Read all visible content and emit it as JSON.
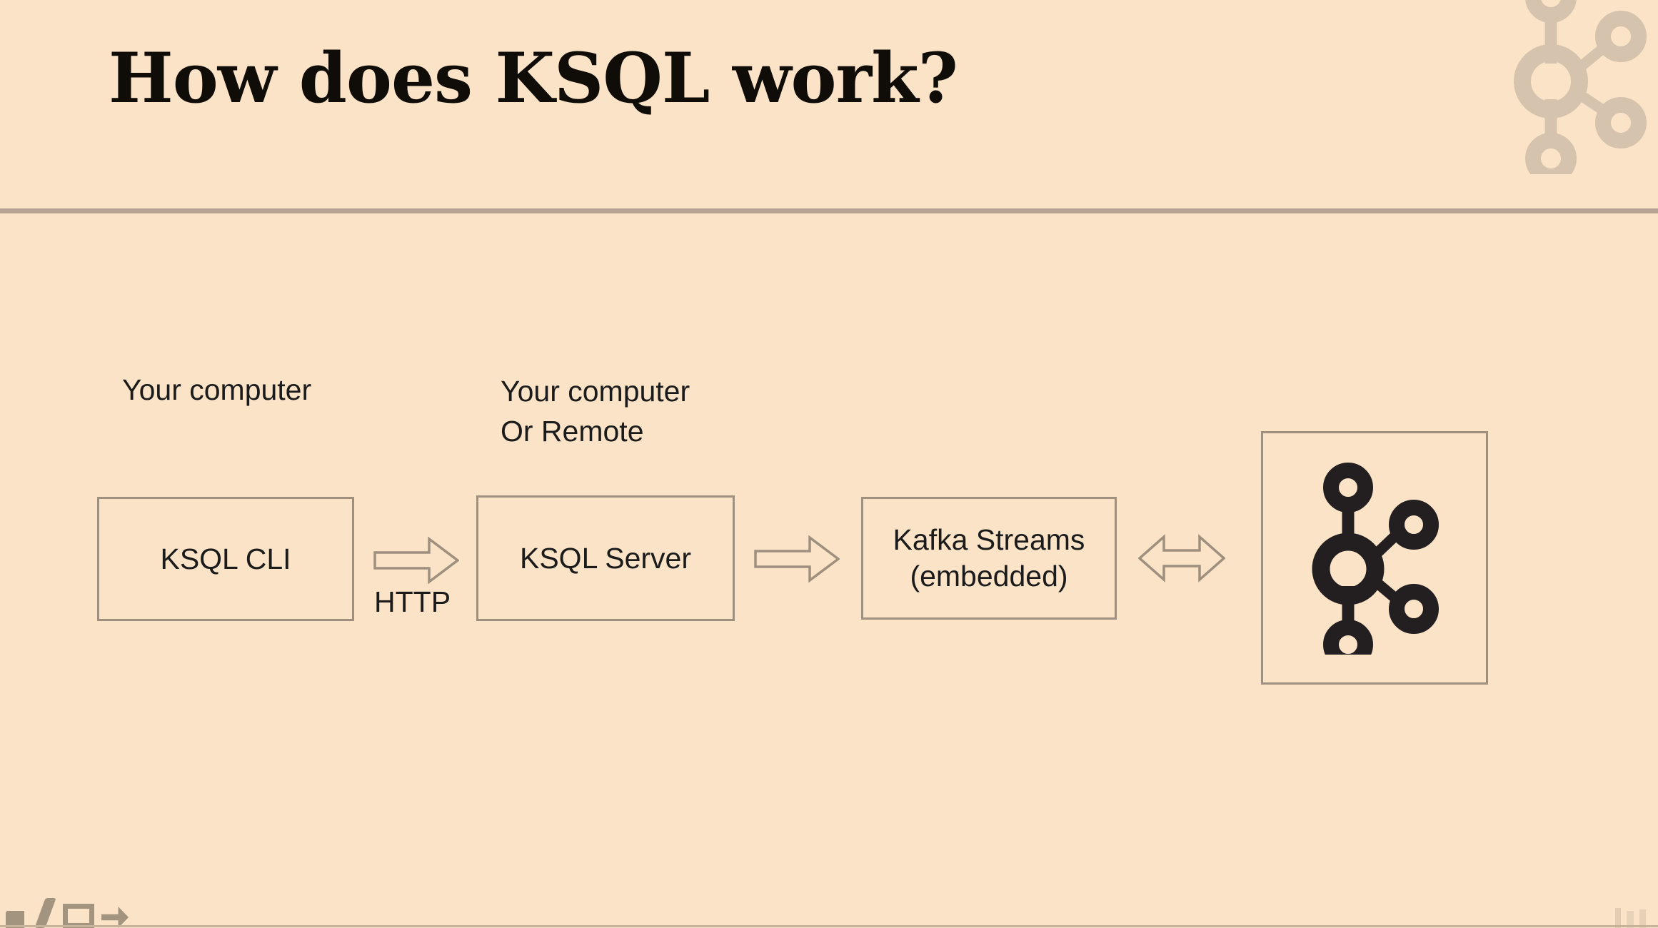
{
  "slide": {
    "title": "How does KSQL work?",
    "background_color": "#fbe3c7",
    "rule_color": "#b7a492",
    "text_color": "#1b1b1b",
    "box_border_color": "#9e8f7e",
    "watermark_color": "#d6c3ad",
    "logo_color": "#231f20"
  },
  "header": {
    "title": "How does KSQL work?",
    "watermark_icon": "kafka-logo-icon"
  },
  "diagram": {
    "zone_labels": [
      {
        "id": "label-cli",
        "text": "Your computer"
      },
      {
        "id": "label-srv",
        "text": "Your computer\nOr Remote"
      }
    ],
    "nodes": [
      {
        "id": "box-ksql-cli",
        "text": "KSQL CLI"
      },
      {
        "id": "box-ksql-server",
        "text": "KSQL Server"
      },
      {
        "id": "box-kafka-streams",
        "text": "Kafka Streams\n(embedded)"
      },
      {
        "id": "box-kafka-logo",
        "icon": "kafka-logo-icon",
        "text": ""
      }
    ],
    "arrows": [
      {
        "id": "arrow-http",
        "icon": "arrow-right-icon",
        "label": "HTTP",
        "direction": "right"
      },
      {
        "id": "arrow-server",
        "icon": "arrow-right-icon",
        "label": "",
        "direction": "right"
      },
      {
        "id": "arrow-kafka",
        "icon": "arrow-left-right-icon",
        "label": "",
        "direction": "both"
      }
    ],
    "arrow_http_label": "HTTP"
  },
  "bottom_toolbar": {
    "icons": [
      "cursor-icon",
      "pen-icon",
      "eraser-icon",
      "arrow-icon"
    ]
  }
}
